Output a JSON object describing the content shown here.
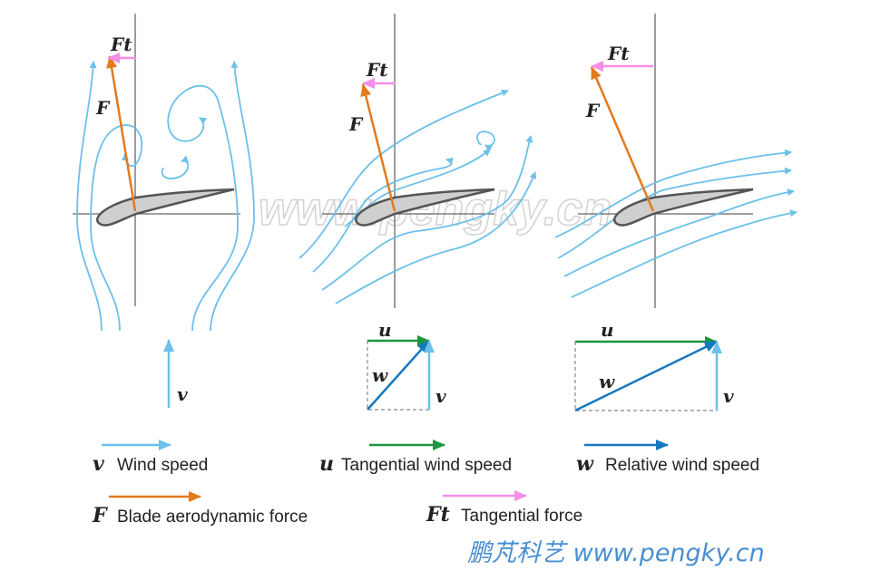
{
  "labels": {
    "F": "F",
    "Ft": "Ft",
    "u": "u",
    "v": "v",
    "w": "w"
  },
  "legend": [
    {
      "symbol": "v",
      "text": "Wind speed",
      "color": "#6cc0ea"
    },
    {
      "symbol": "u",
      "text": "Tangential wind speed",
      "color": "#1a9640"
    },
    {
      "symbol": "w",
      "text": "Relative wind speed",
      "color": "#1678c0"
    },
    {
      "symbol": "F",
      "text": "Blade aerodynamic force",
      "color": "#e27a1e"
    },
    {
      "symbol": "Ft",
      "text": "Tangential force",
      "color": "#f48ee8"
    }
  ],
  "watermark": "www.pengky.cn",
  "brand": "鹏芃科艺 www.pengky.cn"
}
